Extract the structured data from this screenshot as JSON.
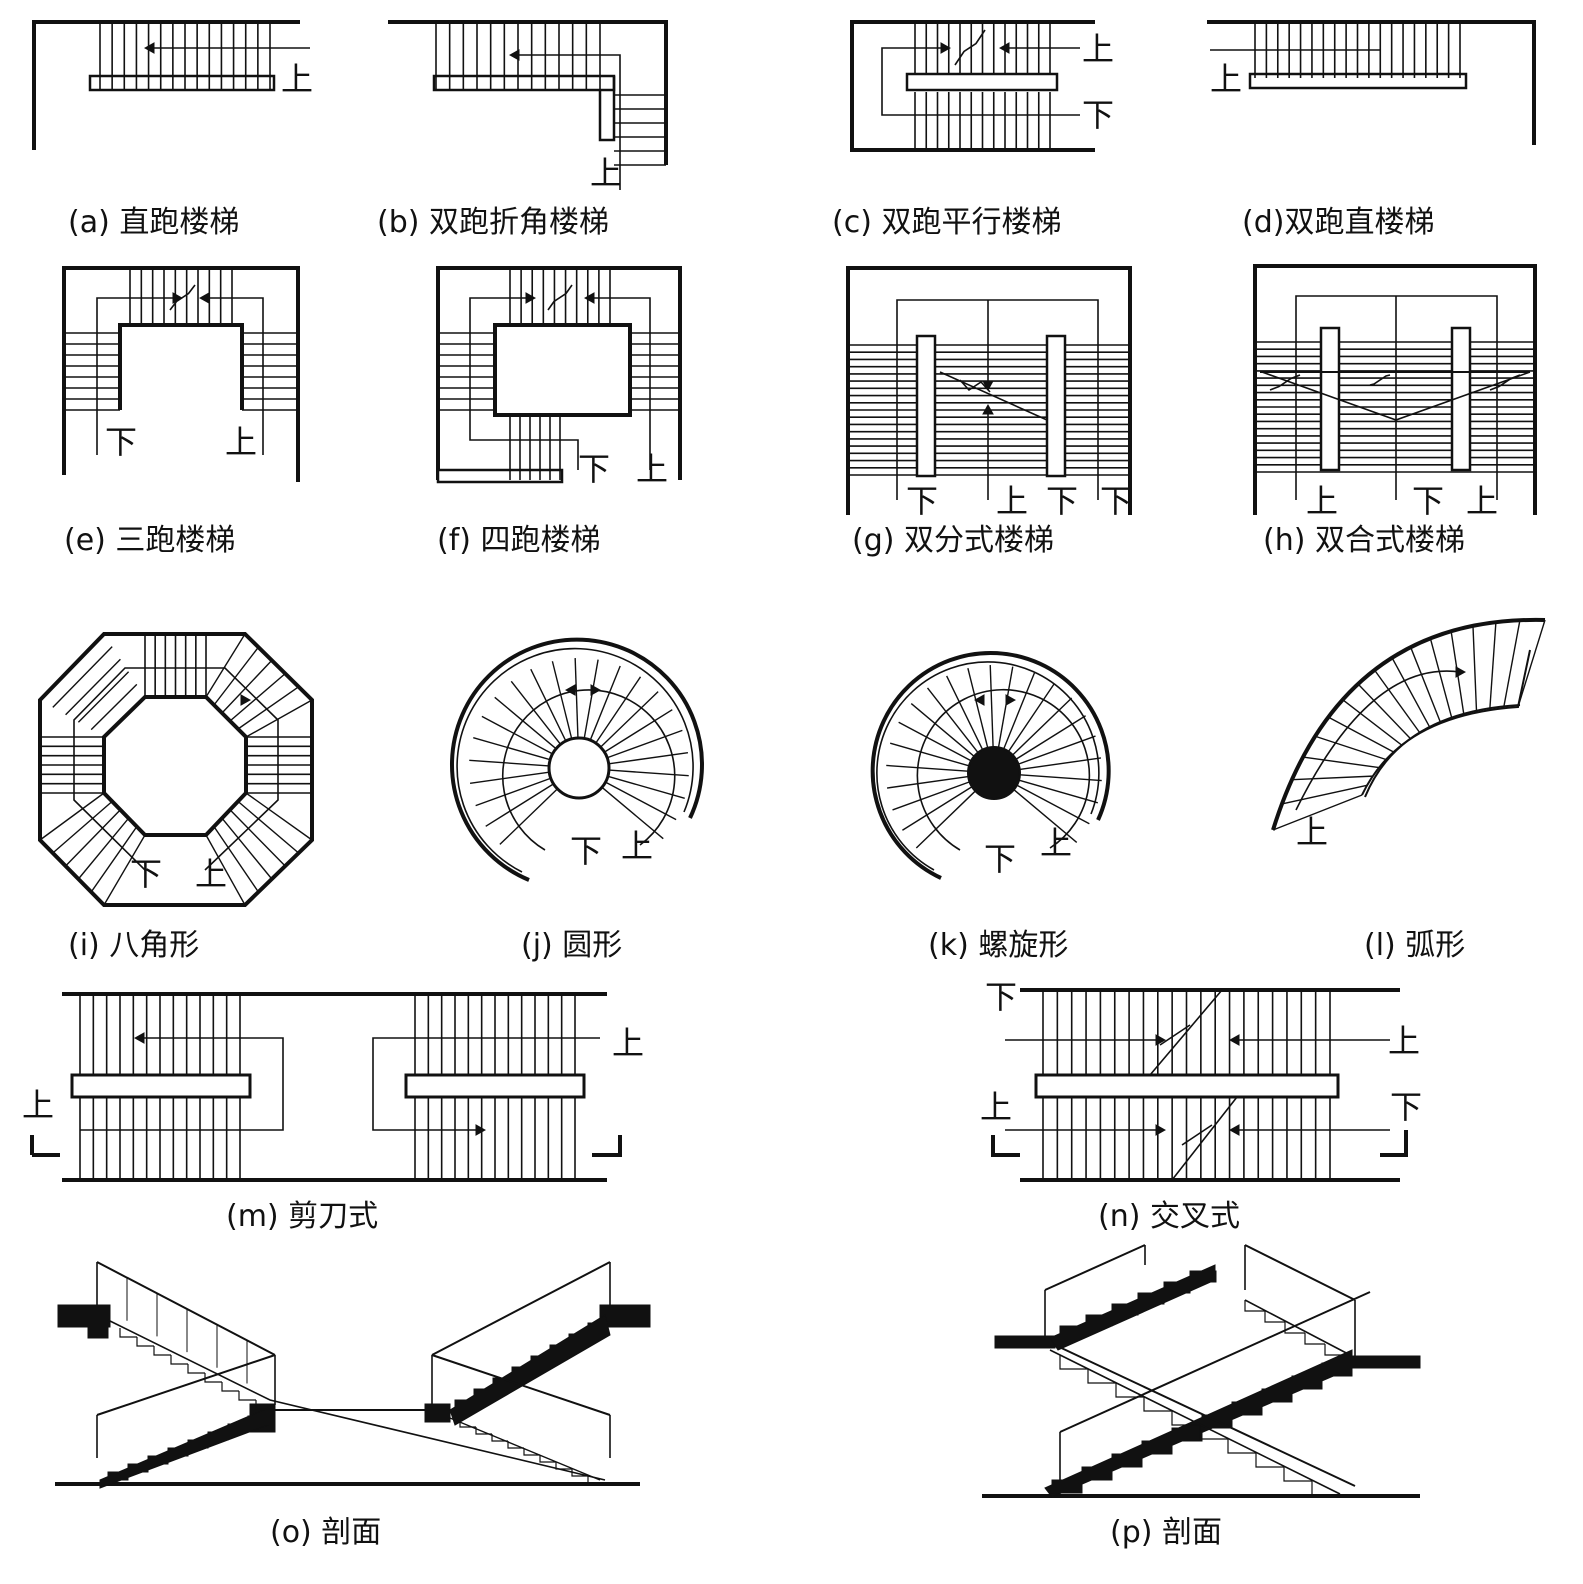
{
  "marks": {
    "up": "上",
    "down": "下"
  },
  "captions": {
    "a": "(a) 直跑楼梯",
    "b": "(b) 双跑折角楼梯",
    "c": "(c) 双跑平行楼梯",
    "d": "(d)双跑直楼梯",
    "e": "(e) 三跑楼梯",
    "f": "(f)  四跑楼梯",
    "g": "(g) 双分式楼梯",
    "h": "(h) 双合式楼梯",
    "i": "(i)  八角形",
    "j": "(j) 圆形",
    "k": "(k) 螺旋形",
    "l": "(l)  弧形",
    "m": "(m) 剪刀式",
    "n": "(n) 交叉式",
    "o": "(o) 剖面",
    "p": "(p) 剖面"
  }
}
